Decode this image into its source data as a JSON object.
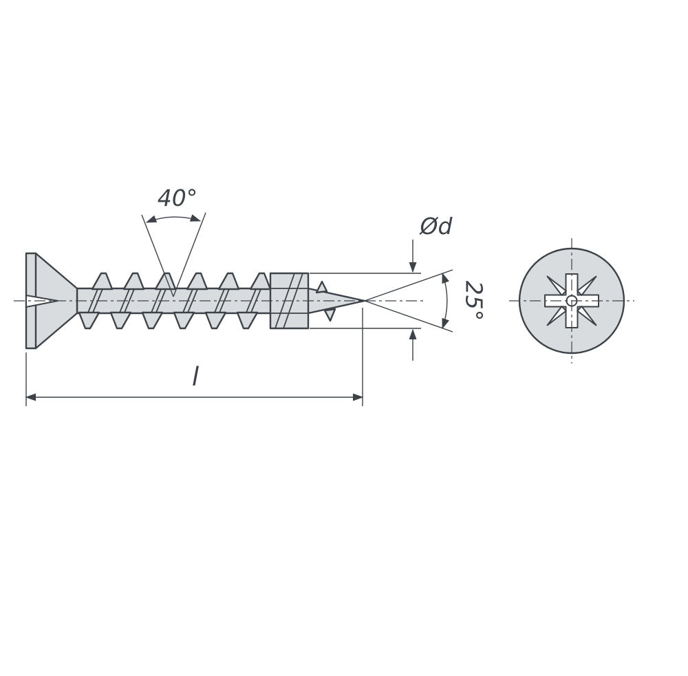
{
  "drawing": {
    "labels": {
      "thread_angle": "40°",
      "diameter": "Ød",
      "tip_angle": "25°",
      "length": "l"
    },
    "colors": {
      "outline": "#3c4247",
      "fill": "#d8dcde",
      "background": "#ffffff"
    }
  }
}
